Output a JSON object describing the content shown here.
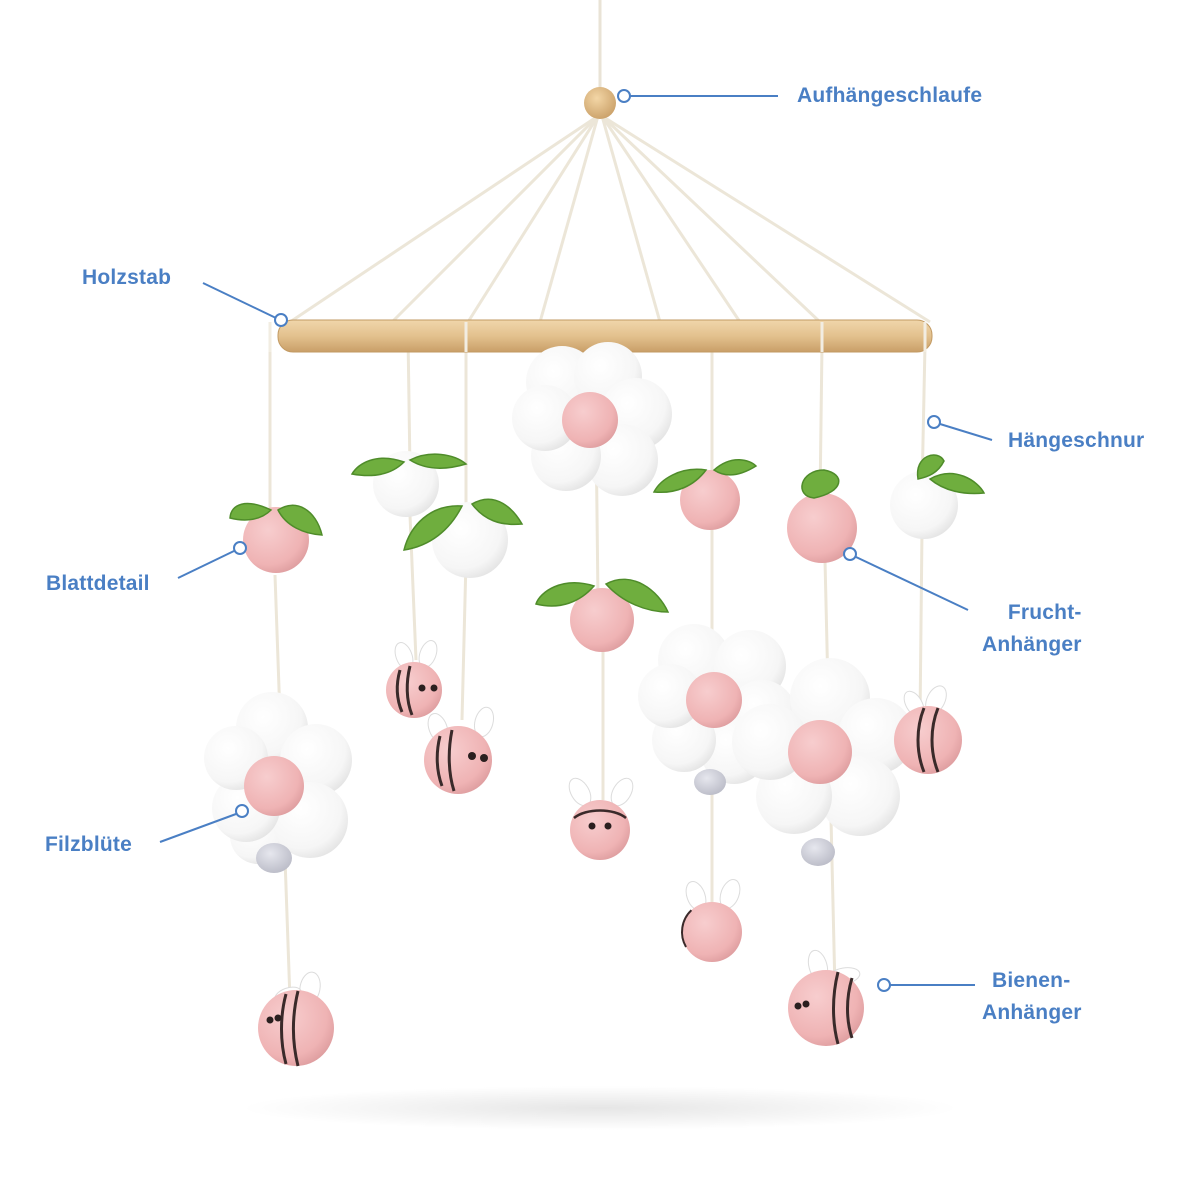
{
  "labels": {
    "hanging_loop": "Aufhängeschlaufe",
    "wooden_ring": "Holzstab",
    "hanging_string": "Hängeschnur",
    "leaf_detail": "Blattdetail",
    "fruit_pendant_line1": "Frucht-",
    "fruit_pendant_line2": "Anhänger",
    "felt_flower": "Filzblüte",
    "bee_pendant_line1": "Bienen-",
    "bee_pendant_line2": "Anhänger"
  },
  "colors": {
    "label": "#4a7fc4",
    "leader_line": "#4a7fc4",
    "wood": "#e2c08e",
    "string": "#efe9dc",
    "felt_pink": "#efb5b7",
    "felt_white": "#ffffff",
    "leaf_green": "#6fae3e",
    "bee_stripe": "#3a2a2a"
  },
  "icons": [
    "wooden-bead-icon",
    "wooden-ring-icon",
    "flower-icon",
    "fruit-icon",
    "bee-icon",
    "leaf-icon"
  ]
}
